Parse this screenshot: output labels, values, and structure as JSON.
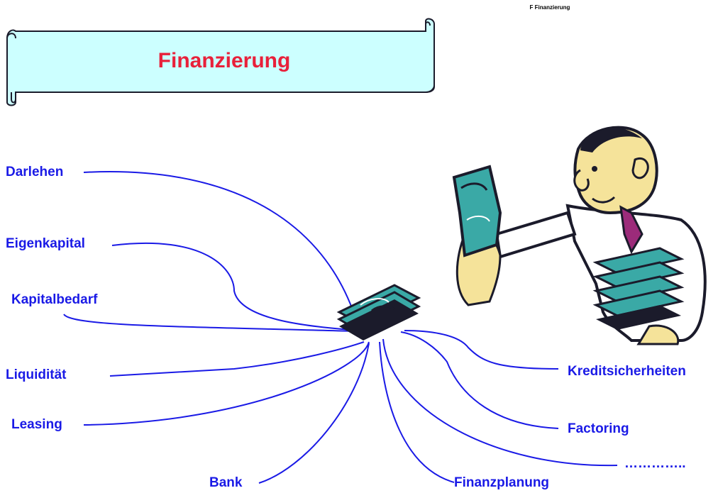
{
  "header": {
    "text": "F Finanzierung"
  },
  "banner": {
    "title": "Finanzierung",
    "fill_color": "#ccffff",
    "title_color": "#e8203a"
  },
  "topics": [
    "Darlehen",
    "Eigenkapital",
    "Kapitalbedarf",
    "Liquidität",
    "Leasing",
    "Bank",
    "Finanzplanung",
    "…………..",
    "Factoring",
    "Kreditsicherheiten"
  ],
  "colors": {
    "line": "#1a1ae6",
    "label": "#1a1ae6",
    "money": "#3aa9a6",
    "skin": "#f5e39a",
    "tie": "#9c2b7a",
    "outline": "#1b1b2b"
  },
  "illustration": {
    "icon": "money-man-icon"
  }
}
